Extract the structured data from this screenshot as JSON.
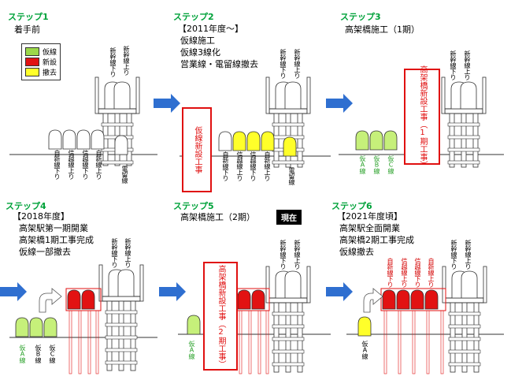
{
  "colors": {
    "green": "#c6f07a",
    "red": "#e21212",
    "yellow": "#ffff2a",
    "arrow": "#2f6fd0",
    "title": "#00a23a"
  },
  "legend": [
    {
      "label": "仮線",
      "color": "#9cd84a"
    },
    {
      "label": "新設",
      "color": "#e21212"
    },
    {
      "label": "撤去",
      "color": "#ffff2a"
    }
  ],
  "badge": "現在",
  "steps": [
    {
      "title": "ステップ1",
      "notes": [
        "着手前"
      ],
      "labels": {
        "shinkansen_down": "新幹線下り",
        "shinkansen_up": "新幹線上り",
        "jiko_down": "自新線下り",
        "shinetsu_up": "信越線上り",
        "shinetsu_down": "信越線下り",
        "jiko_up": "自新線上り",
        "denryu": "電留線"
      }
    },
    {
      "title": "ステップ2",
      "notes": [
        "【2011年度～】",
        "仮線施工",
        "仮線3線化",
        "営業線・電留線撤去"
      ],
      "box": "仮線新設工事",
      "labels": {
        "shinkansen_down": "新幹線下り",
        "shinkansen_up": "新幹線上り",
        "jiko_down": "自新線下り",
        "shinetsu_up": "信越線上り",
        "shinetsu_down": "信越線下り",
        "jiko_up": "自新線上り",
        "denryu": "電留線"
      }
    },
    {
      "title": "ステップ3",
      "notes": [
        "高架橋施工（1期）"
      ],
      "box": "高架橋新設工事（1期工事）",
      "labels": {
        "shinkansen_down": "新幹線下り",
        "shinkansen_up": "新幹線上り",
        "kari_a": "仮A線",
        "kari_b": "仮B線",
        "kari_c": "仮C線"
      }
    },
    {
      "title": "ステップ4",
      "notes": [
        "【2018年度】",
        "高架駅第一期開業",
        "高架橋1期工事完成",
        "仮線一部撤去"
      ],
      "labels": {
        "shinkansen_down": "新幹線下り",
        "shinkansen_up": "新幹線上り",
        "kari_a": "仮A線",
        "kari_b": "仮B線",
        "kari_c": "仮C線"
      }
    },
    {
      "title": "ステップ5",
      "notes": [
        "高架橋施工（2期）"
      ],
      "box": "高架橋新設工事（2期工事）",
      "labels": {
        "shinkansen_down": "新幹線下り",
        "shinkansen_up": "新幹線上り",
        "kari_a": "仮A線"
      }
    },
    {
      "title": "ステップ6",
      "notes": [
        "【2021年度頃】",
        "高架駅全面開業",
        "高架橋2期工事完成",
        "仮線撤去"
      ],
      "labels": {
        "shinkansen_down": "新幹線下り",
        "shinkansen_up": "新幹線上り",
        "jiko_down": "自新線下り",
        "shinetsu_up": "信越線上り",
        "shinetsu_down": "信越線下り",
        "jiko_up": "自新線上り",
        "kari_a": "仮A線"
      }
    }
  ]
}
